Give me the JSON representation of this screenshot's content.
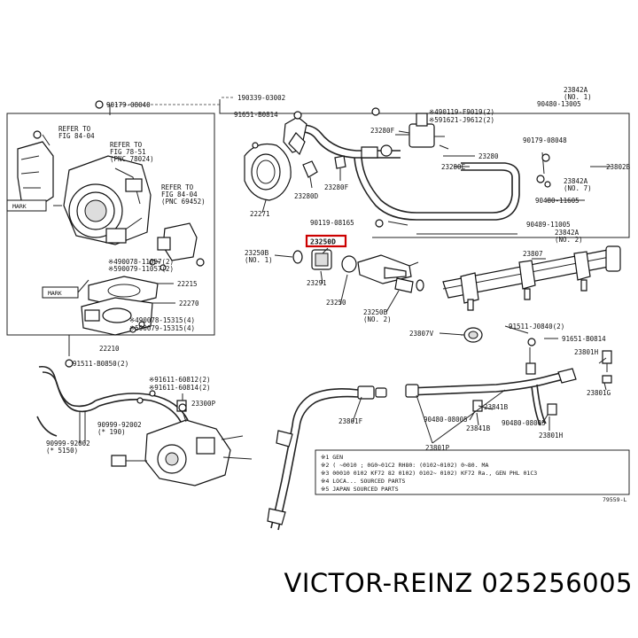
{
  "brand_caption": "VICTOR-REINZ 025256005",
  "highlighted_part": "23250D",
  "figure_id": "79559-L",
  "labels": {
    "p90179_08040": "90179-08040",
    "p190339_03002": "190339-03002",
    "p91651_b0814_a": "91651-B0814",
    "refer_fig_84_04": "REFER TO\nFIG 84-04",
    "refer_fig_78_51": "REFER TO\nFIG 78-51\n(PNC 78024)",
    "refer_fig_84_04b": "REFER TO\nFIG 84-04\n(PNC 69452)",
    "mark_1": "MARK",
    "mark_2": "MARK",
    "p490078_11057": "※490078-11057(2)",
    "p590079_11057": "※590079-11057(2)",
    "p22215": "22215",
    "p22270": "22270",
    "p490078_15315": "※490078-15315(4)",
    "p590079_15315": "※590079-15315(4)",
    "p22210": "22210",
    "p91511_b0850": "91511-B0850(2)",
    "p91611_60812": "※91611-60812(2)",
    "p91611_60814": "※91611-60814(2)",
    "p23300p": "23300P",
    "p90999_92002a": "90999-92002\n(* 190)",
    "p90999_92002b": "90999-92002\n(* 5150)",
    "p22271": "22271",
    "p23280d": "23280D",
    "p23280f_a": "23280F",
    "p23280f_b": "23280F",
    "p90119_08165": "90119-08165",
    "p23250b": "23250B\n(NO. 1)",
    "p23250d": "23250D",
    "p23291": "23291",
    "p23250": "23250",
    "p23250b_2": "23250B\n(NO. 2)",
    "p490119_f9019": "※490119-F9019(2)",
    "p591621_j9612": "※591621-J9612(2)",
    "p23280e": "23280E",
    "p23280": "23280",
    "p23842a_1": "23842A\n(NO. 1)",
    "p90480_13005": "90480-13005",
    "p90179_08048": "90179-08048",
    "p23842a_2": "23842A\n(NO. 7)",
    "p90480_11605": "90480-11605",
    "p23802b": "23802B",
    "p90489_11005": "90489-11005",
    "p23842a_3": "23842A\n(NO. 2)",
    "p23807": "23807",
    "p23807v": "23807V",
    "p91511_j0840": "91511-J0840(2)",
    "p91651_b0814_b": "91651-B0814",
    "p23801h_a": "23801H",
    "p23801g": "23801G",
    "p23801f": "23801F",
    "p90480_08005_a": "90480-08005",
    "p23841b_a": "23841B",
    "p23841b_b": "23841B",
    "p90480_08005_b": "90480-08005",
    "p23801h_b": "23801H",
    "p23801p": "23801P"
  },
  "legend": [
    "※1 GEN",
    "※2 (    ~0010 ;  0G0~01C2 RH80: (0102~0102) 0~80.  MA",
    "※3 00010 0102 KF72 82 0102) 0102~ 0102) KF72 Ra., GEN PHL 01C3",
    "※4 LOCA... SOURCED PARTS",
    "※5 JAPAN SOURCED PARTS"
  ]
}
